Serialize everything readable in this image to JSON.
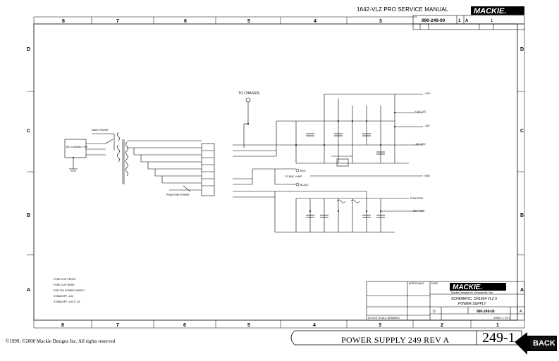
{
  "header": {
    "manual_title": "1642-VLZ PRO SERVICE MANUAL",
    "brand": "MACKIE.",
    "doc_number": "990-249-00",
    "rev": "1",
    "rev_letter": "A",
    "sheet": "1"
  },
  "zones": {
    "columns": [
      "8",
      "7",
      "6",
      "5",
      "4",
      "3",
      "2",
      "1"
    ],
    "rows": [
      "D",
      "C",
      "B",
      "A"
    ]
  },
  "schematic": {
    "to_chassis": "TO CHASSIS",
    "connector": "IEC CONNECTOR",
    "main_power": "MAIN POWER",
    "phantom_power": "PHANTOM POWER",
    "to_bnc_lamp": "TO BNC LAMP",
    "red_wire": "RED",
    "black_wire": "BLACK",
    "rails": [
      "+15V",
      "+15V LED",
      "-15V",
      "-15V LED",
      "GND",
      "PHANTOM",
      "KEY PWR"
    ],
    "notes": [
      "FUSE CLIP FRONT",
      "FUSE CLIP REAR",
      "FOR 15V POWER SUPPLY",
      "STANDOFF, 4-40",
      "STANDOFF, 4-40 X .34"
    ]
  },
  "title_block": {
    "brand": "MACKIE.",
    "company": "Mackie Designs Inc. Woodinville, Wa.",
    "title_line1": "SCHEMATIC, CR1604 VLZ II",
    "title_line2": "POWER SUPPLY",
    "size": "D",
    "doc_number": "990-249-00",
    "rev": "A",
    "sheet": "SHEET 1 OF 1",
    "approvals": "APPROVALS",
    "date": "DATE",
    "do_not_scale": "DO NOT SCALE DRAWING"
  },
  "footer": {
    "copyright": "©1999, ©2000 Mackie Designs Inc. All rights reserved",
    "title": "POWER SUPPLY 249 REV A",
    "page_number": "249-1",
    "back_label": "BACK"
  }
}
